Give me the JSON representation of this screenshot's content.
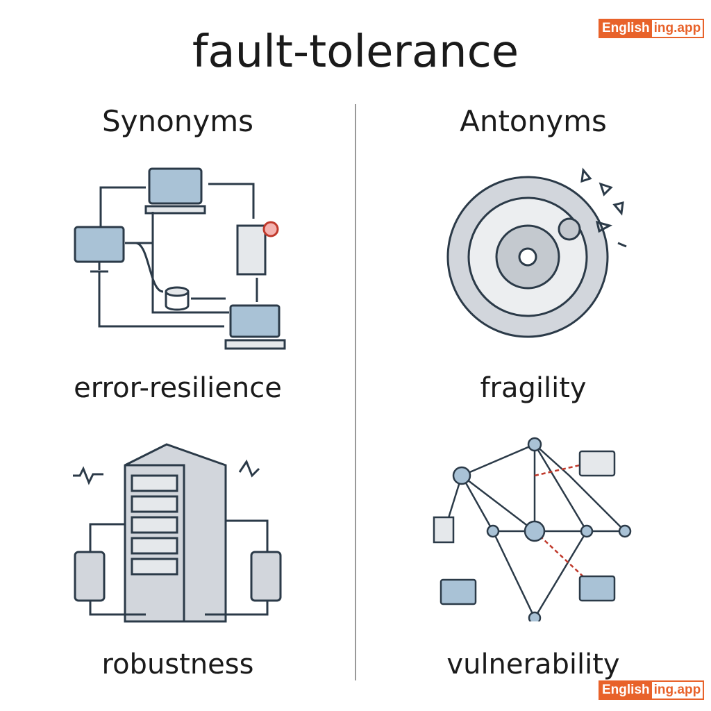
{
  "title": "fault-tolerance",
  "synonyms_heading": "Synonyms",
  "antonyms_heading": "Antonyms",
  "synonyms": [
    "error-resilience",
    "robustness"
  ],
  "antonyms": [
    "fragility",
    "vulnerability"
  ],
  "logo": {
    "part1": "English",
    "part2": "ing.app"
  },
  "colors": {
    "accent": "#e8622a",
    "line": "#2b3a48",
    "fill": "#a9c2d6"
  }
}
